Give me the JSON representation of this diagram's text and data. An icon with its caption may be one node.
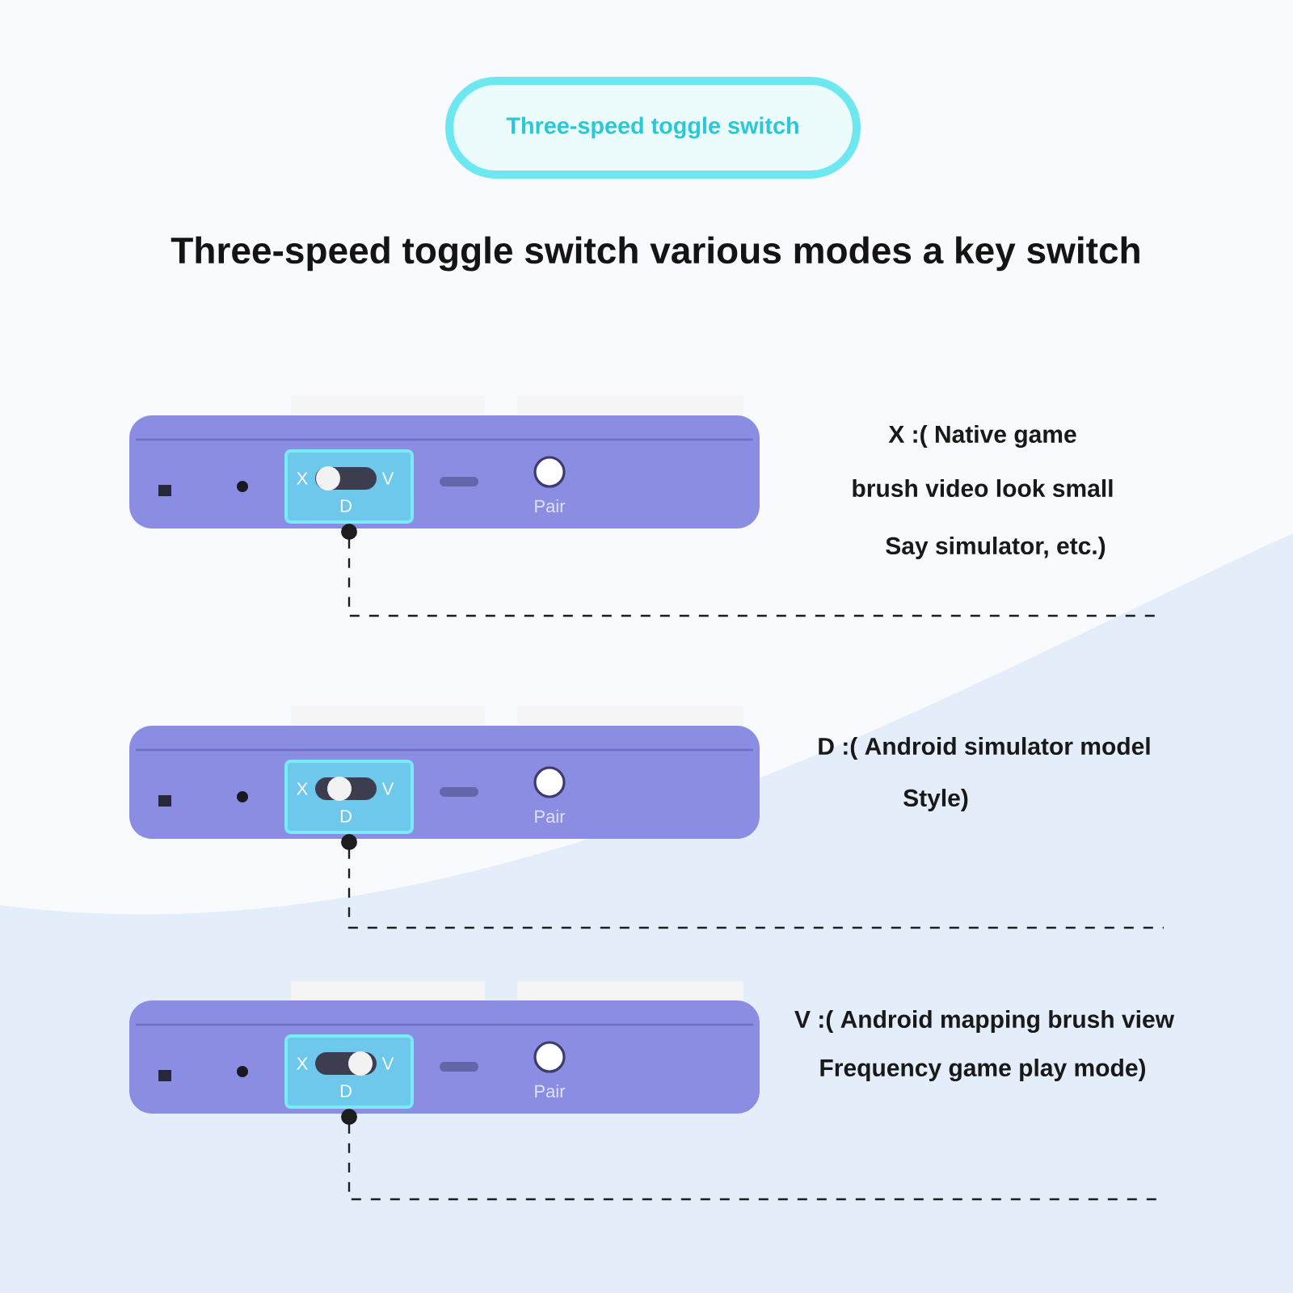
{
  "diagram": {
    "title": "Three-speed toggle switch various modes a key switch",
    "nodes": [
      {
        "text": [
          "Three-speed toggle switch"
        ]
      },
      {
        "text": [
          "X",
          "V",
          "D"
        ]
      },
      {
        "text": [
          "X :( Native game",
          "brush video look small",
          "Say simulator, etc.)"
        ]
      },
      {
        "text": [
          "X",
          "V",
          "D"
        ]
      },
      {
        "text": [
          "D :( Android simulator model",
          "Style)"
        ]
      },
      {
        "text": [
          "X",
          "V",
          "D"
        ]
      },
      {
        "text": [
          "V :( Android mapping brush view",
          "Frequency game play mode)"
        ]
      }
    ],
    "edges": [
      {
        "from": 1,
        "to": null,
        "arrow": "other",
        "style": "dashed"
      },
      {
        "from": 3,
        "to": null,
        "arrow": "other",
        "style": "dashed"
      },
      {
        "from": 5,
        "to": null,
        "arrow": "other",
        "style": "dashed"
      }
    ],
    "labels": [
      "Pair",
      "Pair",
      "Pair"
    ]
  }
}
